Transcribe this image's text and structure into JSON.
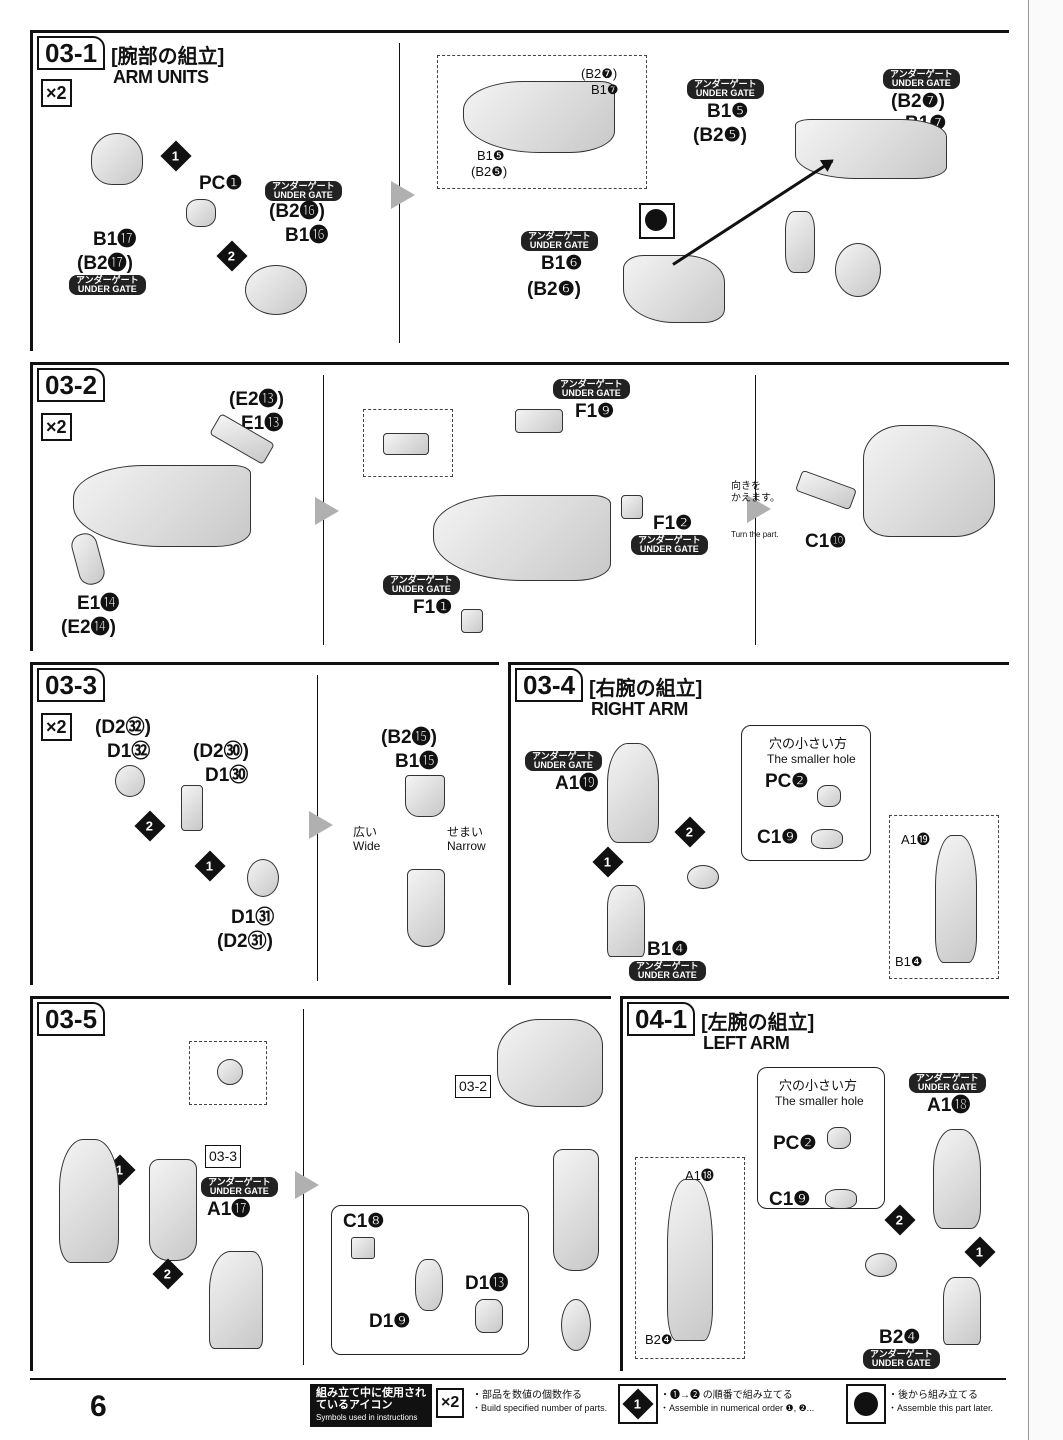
{
  "page_number": "6",
  "steps": {
    "s03_1": {
      "id": "03-1",
      "title_ja": "[腕部の組立]",
      "title_en": "ARM UNITS",
      "qty": "×2"
    },
    "s03_2": {
      "id": "03-2",
      "qty": "×2"
    },
    "s03_3": {
      "id": "03-3",
      "qty": "×2"
    },
    "s03_4": {
      "id": "03-4",
      "title_ja": "[右腕の組立]",
      "title_en": "RIGHT ARM"
    },
    "s03_5": {
      "id": "03-5"
    },
    "s04_1": {
      "id": "04-1",
      "title_ja": "[左腕の組立]",
      "title_en": "LEFT ARM"
    }
  },
  "under_gate": {
    "ja": "アンダーゲート",
    "en": "UNDER GATE"
  },
  "labels": {
    "pc1": "PC❶",
    "b1_17": "B1⓱",
    "b2_17": "(B2⓱)",
    "b2_16": "(B2⓰)",
    "b1_16": "B1⓰",
    "inset_b2_7": "(B2❼)",
    "inset_b1_7": "B1❼",
    "inset_b1_5": "B1❺",
    "inset_b2_5": "(B2❺)",
    "b1_5": "B1❺",
    "b2_5": "(B2❺)",
    "b2_7": "(B2❼)",
    "b1_7": "B1❼",
    "b1_6": "B1❻",
    "b2_6": "(B2❻)",
    "e2_13": "(E2⓭)",
    "e1_13": "E1⓭",
    "e1_14": "E1⓮",
    "e2_14": "(E2⓮)",
    "f1_9": "F1❾",
    "f1_2": "F1❷",
    "f1_1": "F1❶",
    "turn_ja": "向きを\nかえます。",
    "turn_en": "Turn the part.",
    "c1_10": "C1❿",
    "d2_32": "(D2㉜)",
    "d1_32": "D1㉜",
    "d2_30": "(D2㉚)",
    "d1_30": "D1㉚",
    "d1_31": "D1㉛",
    "d2_31": "(D2㉛)",
    "b2_15": "(B2⓯)",
    "b1_15": "B1⓯",
    "wide_ja": "広い",
    "wide_en": "Wide",
    "narrow_ja": "せまい",
    "narrow_en": "Narrow",
    "a1_19": "A1⓳",
    "hole_ja": "穴の小さい方",
    "hole_en": "The smaller hole",
    "pc2": "PC❷",
    "c1_9": "C1❾",
    "inset_a1_19": "A1⓳",
    "b1_4": "B1❹",
    "inset_b1_4": "B1❹",
    "ref_03_3": "03-3",
    "a1_17": "A1⓱",
    "ref_03_2": "03-2",
    "c1_8": "C1❽",
    "d1_13": "D1⓭",
    "d1_9": "D1❾",
    "hole_ja2": "穴の小さい方",
    "hole_en2": "The smaller hole",
    "a1_18": "A1⓲",
    "pc2b": "PC❷",
    "c1_9b": "C1❾",
    "inset_a1_18": "A1⓲",
    "inset_b2_4": "B2❹",
    "b2_4": "B2❹"
  },
  "legend": {
    "title_ja": "組み立て中に使用されているアイコン",
    "title_en": "Symbols used in instructions",
    "qty_icon": "×2",
    "qty_ja": "・部品を数値の個数作る",
    "qty_en": "・Build specified number of parts.",
    "order_ja": "・❶→❷ の順番で組み立てる",
    "order_en": "・Assemble in numerical order ❶, ❷...",
    "later_ja": "・後から組み立てる",
    "later_en": "・Assemble this part later."
  }
}
